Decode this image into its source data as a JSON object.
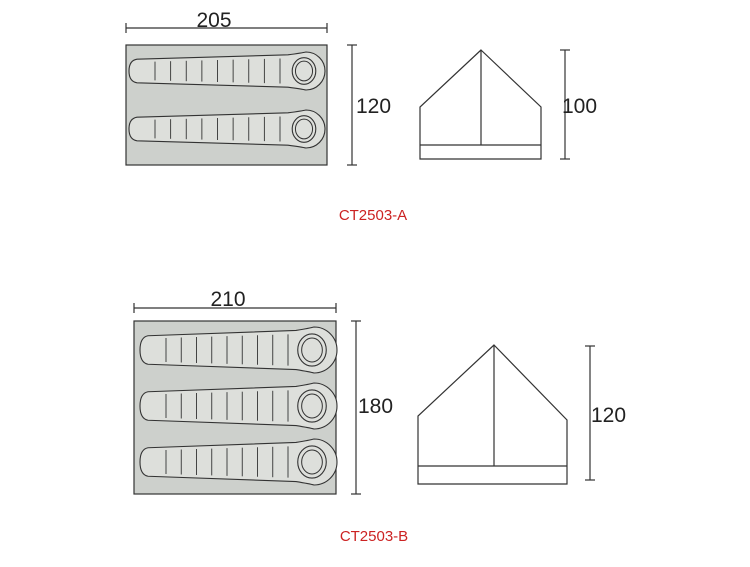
{
  "colors": {
    "line": "#333333",
    "floor_fill": "#cdd0cc",
    "bag_fill": "#dddfdb",
    "model_label": "#cc2222"
  },
  "tent_a": {
    "width_label": "205",
    "depth_label": "120",
    "height_label": "100",
    "model": "CT2503-A",
    "sleeping_bags": 2
  },
  "tent_b": {
    "width_label": "210",
    "depth_label": "180",
    "height_label": "120",
    "model": "CT2503-B",
    "sleeping_bags": 3
  }
}
